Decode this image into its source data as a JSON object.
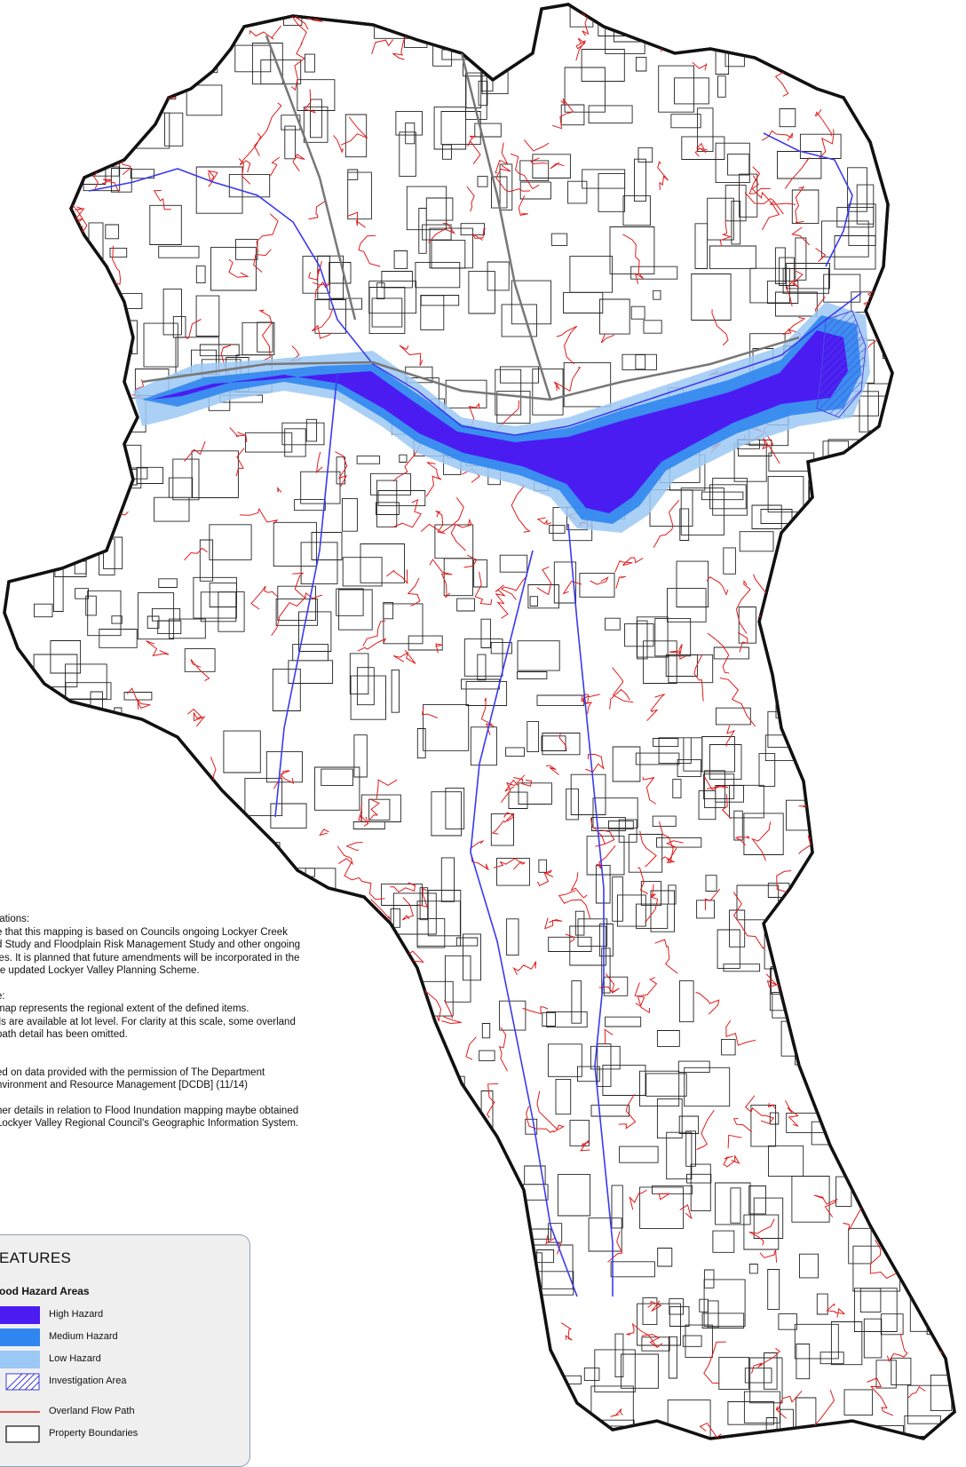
{
  "notes": {
    "lines": [
      "tations:",
      "e that this mapping is based on Councils ongoing Lockyer Creek",
      "d Study and Floodplain Risk Management Study and other ongoing",
      "ies. It is planned that future amendments will be incorporated in the",
      "re updated Lockyer Valley Planning Scheme.",
      "",
      "e:",
      " map represents the regional extent of the defined items.",
      "ils are available at lot level.  For clarity at this scale, some overland",
      " path detail has been omitted.",
      "",
      "",
      "ed on data provided with the permission of The Department",
      "nvironment and Resource Management [DCDB] (11/14)",
      "",
      "her details in relation to Flood Inundation mapping maybe obtained",
      " Lockyer Valley Regional Council's Geographic Information System."
    ]
  },
  "legend": {
    "title": "EATURES",
    "subtitle": "ood Hazard Areas",
    "items": {
      "high": "High Hazard",
      "medium": "Medium Hazard",
      "low": "Low Hazard",
      "investigation": "Investigation Area",
      "flow": "Overland Flow Path",
      "property": "Property Boundaries"
    }
  },
  "colors": {
    "high_hazard": "#4b1cf2",
    "medium_hazard": "#2f86f0",
    "low_hazard": "#9cc8f5",
    "overland_flow": "#e01b1b",
    "property_boundary": "#111111",
    "river": "#3a3af0"
  }
}
